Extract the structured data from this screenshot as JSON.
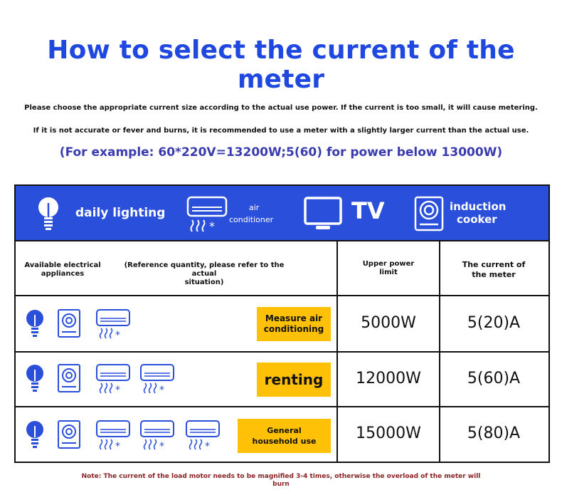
{
  "header": {
    "title": "How to select the current of the meter",
    "intro_line1": "Please choose the appropriate current size according to the actual use power. If the current is too small, it will cause metering.",
    "intro_line2": "If it is not accurate or fever and burns, it is recommended to use a meter with a slightly larger current than the actual use.",
    "example": "(For example: 60*220V=13200W;5(60) for power below 13000W)"
  },
  "banner": {
    "lighting": "daily lighting",
    "air_line1": "air",
    "air_line2": "conditioner",
    "tv": "TV",
    "induction_line1": "induction",
    "induction_line2": "cooker",
    "icons": [
      "bulb-icon",
      "air-conditioner-icon",
      "tv-icon",
      "induction-cooker-icon"
    ]
  },
  "table_header": {
    "appliances_line1": "Available electrical",
    "appliances_line2": "appliances",
    "reference_line1": "(Reference quantity, please refer to the actual",
    "reference_line2": "situation)",
    "power_line1": "Upper power",
    "power_line2": "limit",
    "current_line1": "The current of",
    "current_line2": "the meter"
  },
  "rows": [
    {
      "tag_line1": "Measure air",
      "tag_line2": "conditioning",
      "power": "5000W",
      "current": "5(20)A"
    },
    {
      "tag_line1": "renting",
      "tag_line2": "",
      "power": "12000W",
      "current": "5(60)A"
    },
    {
      "tag_line1": "General",
      "tag_line2": "household use",
      "power": "15000W",
      "current": "5(80)A"
    }
  ],
  "note": {
    "line1": "Note: The current of the load motor needs to be magnified 3-4 times, otherwise the overload of the meter will",
    "line2": "burn"
  },
  "colors": {
    "title_blue": "#1f48e0",
    "banner_blue": "#2a4fdb",
    "tag_yellow": "#ffc107",
    "note_red": "#8b2323"
  }
}
